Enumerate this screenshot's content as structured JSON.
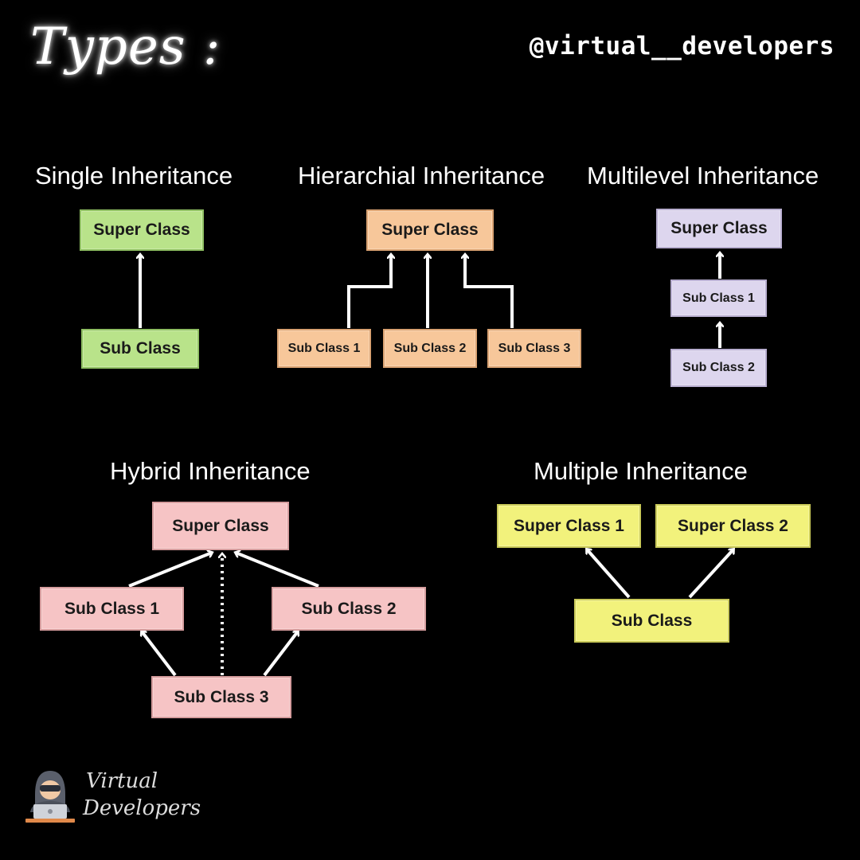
{
  "header": {
    "title": "Types :",
    "handle": "@virtual__developers"
  },
  "diagrams": {
    "single": {
      "label": "Single Inheritance",
      "super": "Super Class",
      "sub": "Sub Class"
    },
    "hierarchical": {
      "label": "Hierarchial Inheritance",
      "super": "Super Class",
      "subs": [
        "Sub Class 1",
        "Sub Class 2",
        "Sub Class 3"
      ]
    },
    "multilevel": {
      "label": "Multilevel Inheritance",
      "super": "Super Class",
      "sub1": "Sub Class 1",
      "sub2": "Sub Class 2"
    },
    "hybrid": {
      "label": "Hybrid Inheritance",
      "super": "Super Class",
      "sub1": "Sub Class 1",
      "sub2": "Sub Class 2",
      "sub3": "Sub Class 3"
    },
    "multiple": {
      "label": "Multiple Inheritance",
      "super1": "Super Class 1",
      "super2": "Super Class 2",
      "sub": "Sub Class"
    }
  },
  "footer": {
    "brand_line1": "Virtual",
    "brand_line2": "Developers",
    "logo_icon": "hacker-laptop-icon"
  },
  "colors": {
    "single": "#b9e38a",
    "hierarchical": "#f7c79a",
    "multilevel": "#ddd6ee",
    "hybrid": "#f6c4c5",
    "multiple": "#f2f27c"
  }
}
